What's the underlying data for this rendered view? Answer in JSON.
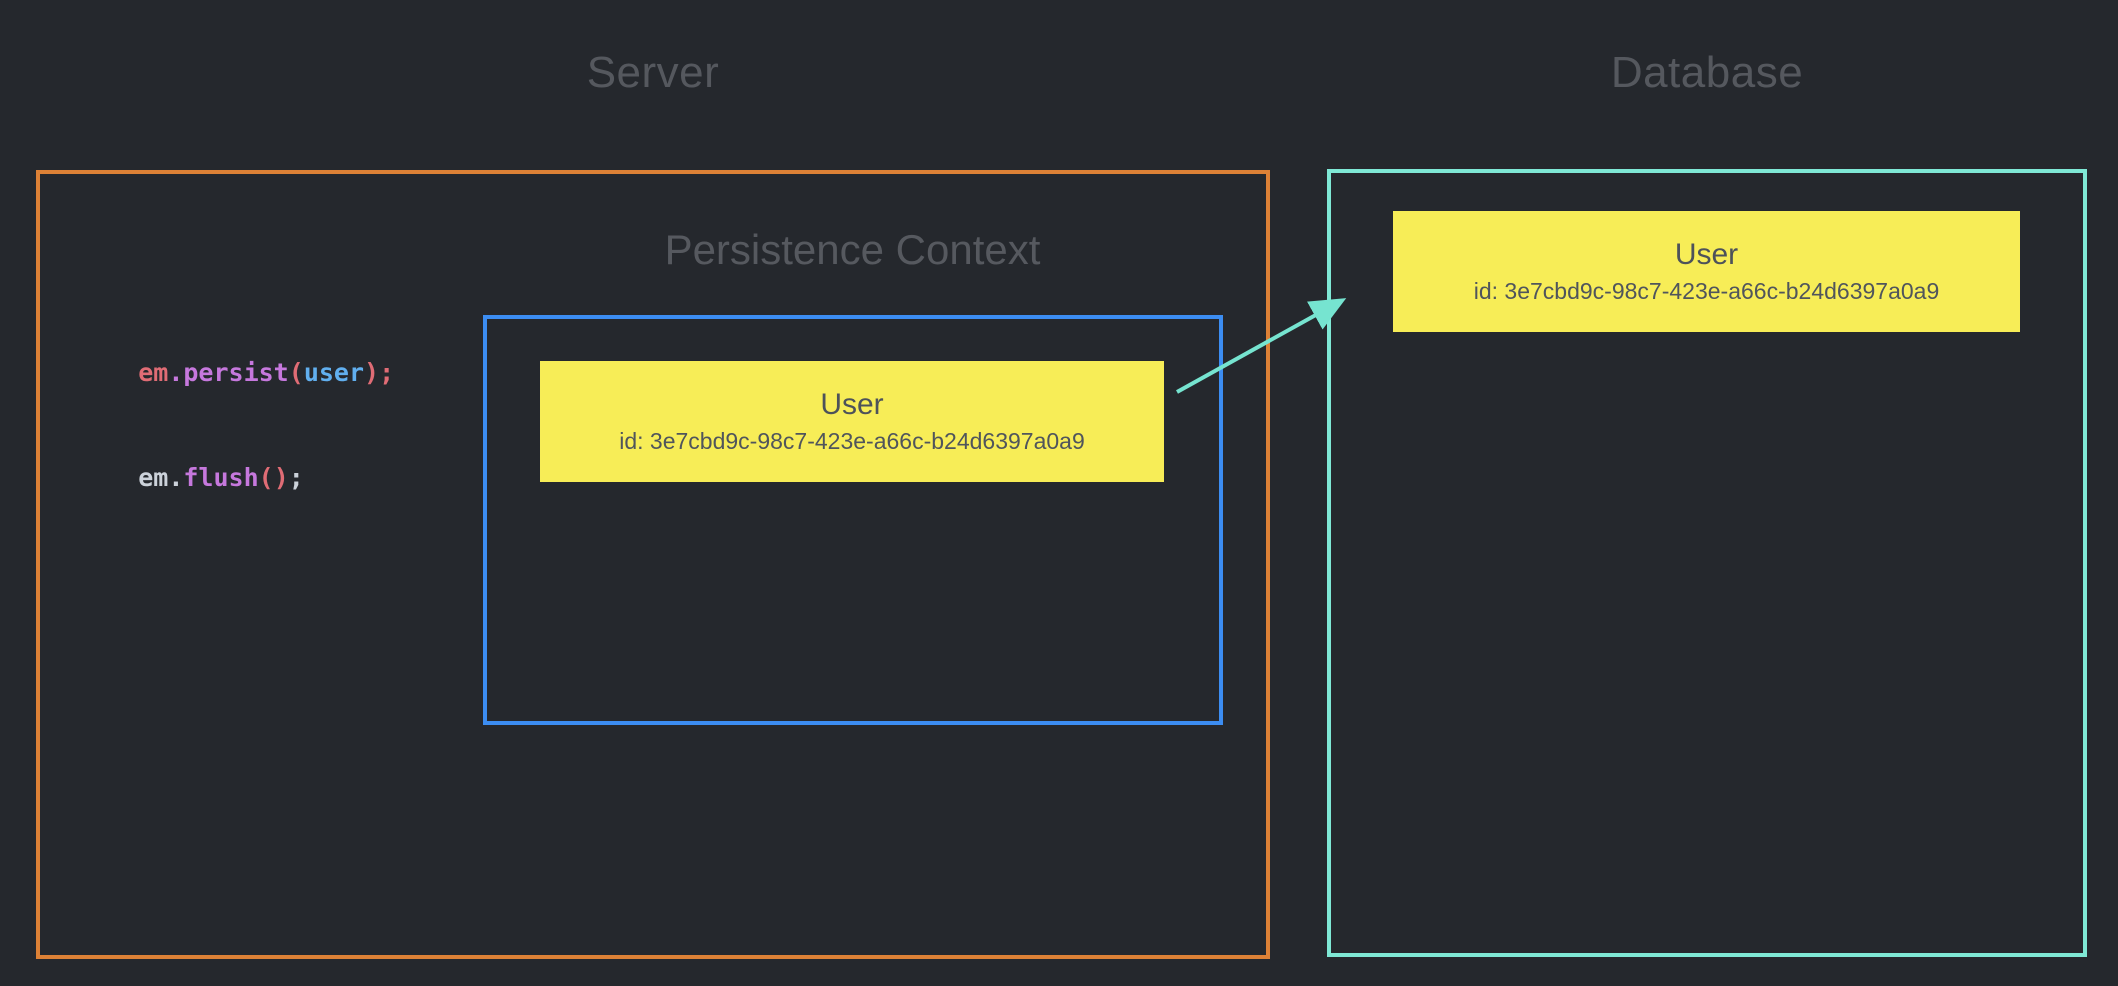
{
  "titles": {
    "server": "Server",
    "database": "Database",
    "persistence_context": "Persistence Context"
  },
  "code": {
    "line1": {
      "object": "em",
      "dot_method": ".persist",
      "open_paren": "(",
      "argument": "user",
      "close_semicolon": ");"
    },
    "line2": {
      "object_dot": "em.",
      "method": "flush",
      "parens": "()",
      "semicolon": ";"
    }
  },
  "entities": {
    "persistence_user": {
      "title": "User",
      "id": "id: 3e7cbd9c-98c7-423e-a66c-b24d6397a0a9"
    },
    "database_user": {
      "title": "User",
      "id": "id: 3e7cbd9c-98c7-423e-a66c-b24d6397a0a9"
    }
  },
  "arrow": {
    "from": "persistence-user-card",
    "to": "database-user-card"
  },
  "colors": {
    "background": "#25282d",
    "server_border": "#dd8136",
    "database_border": "#7fe8d5",
    "persistence_border": "#3c8df2",
    "entity_bg": "#f7ed57",
    "entity_text": "#50555c",
    "zone_title_text": "#55585e",
    "arrow": "#76e4d0",
    "code_red": "#e06c75",
    "code_purple": "#c678dd",
    "code_blue": "#61afef",
    "code_plain": "#ccd2da"
  }
}
